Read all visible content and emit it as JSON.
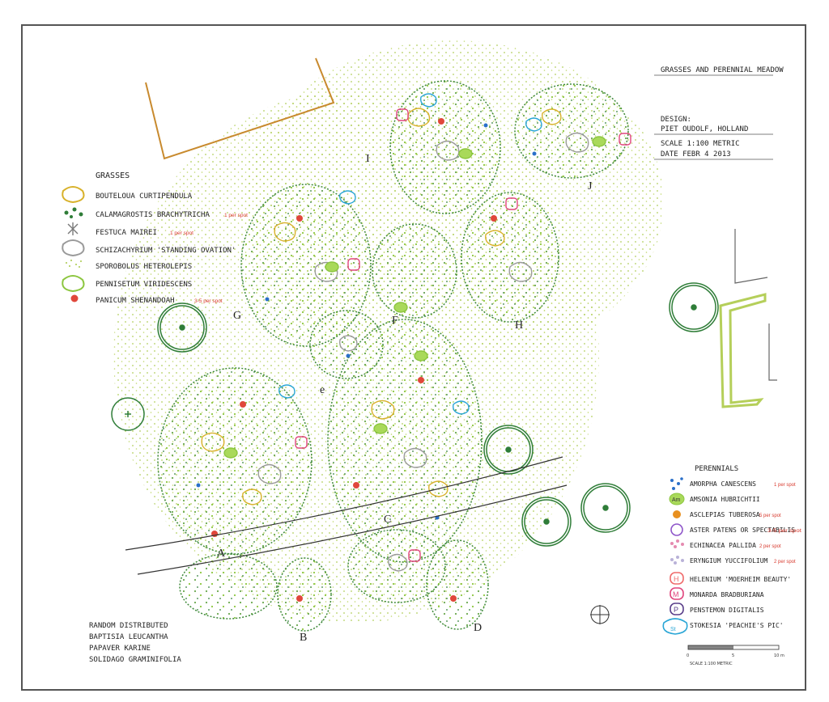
{
  "title_block": {
    "title": "GRASSES AND PERENNIAL MEADOW",
    "design_label": "DESIGN:",
    "designer": "PIET OUDOLF, HOLLAND",
    "scale": "SCALE 1:100 METRIC",
    "date": "DATE FEBR 4 2013"
  },
  "grasses_legend": {
    "heading": "GRASSES",
    "items": [
      {
        "label": "BOUTELOUA CURTIPENDULA",
        "note": "",
        "color": "#d8b12a",
        "icon": "yellow-blob-icon"
      },
      {
        "label": "CALAMAGROSTIS BRACHYTRICHA",
        "note": "1 per spot",
        "color": "#2f7d38",
        "icon": "dark-green-dots-icon"
      },
      {
        "label": "FESTUCA MAIREI",
        "note": "1 per spot",
        "color": "#7a7a7a",
        "icon": "asterisk-icon"
      },
      {
        "label": "SCHIZACHYRIUM 'STANDING OVATION'",
        "note": "",
        "color": "#9a9a9a",
        "icon": "grey-blob-icon"
      },
      {
        "label": "SPOROBOLUS HETEROLEPIS",
        "note": "",
        "color": "#a9c94a",
        "icon": "light-green-stipple-icon"
      },
      {
        "label": "PENNISETUM VIRIDESCENS",
        "note": "",
        "color": "#8cc63f",
        "icon": "green-outline-blob-icon"
      },
      {
        "label": "PANICUM SHENANDOAH",
        "note": "3-5 per spot",
        "color": "#e0473b",
        "icon": "red-dot-icon"
      }
    ]
  },
  "perennials_legend": {
    "heading": "PERENNIALS",
    "items": [
      {
        "label": "AMORPHA CANESCENS",
        "note": "1 per spot",
        "color": "#2a6fc9",
        "icon": "blue-dots-icon"
      },
      {
        "label": "AMSONIA HUBRICHTII",
        "note": "",
        "color": "#8cc63f",
        "icon": "green-filled-blob-icon",
        "glyph": "Am"
      },
      {
        "label": "ASCLEPIAS TUBEROSA",
        "note": "5 per spot",
        "color": "#e8901f",
        "icon": "orange-dot-icon"
      },
      {
        "label": "ASTER PATENS OR SPECTABILIS",
        "note": "3-5 per spot",
        "color": "#8e55c9",
        "icon": "purple-circle-icon"
      },
      {
        "label": "ECHINACEA PALLIDA",
        "note": "2 per spot",
        "color": "#e58bb0",
        "icon": "pink-dots-icon"
      },
      {
        "label": "ERYNGIUM YUCCIFOLIUM",
        "note": "2 per spot",
        "color": "#b9b2d8",
        "icon": "lilac-dots-icon"
      },
      {
        "label": "HELENIUM 'MOERHEIM BEAUTY'",
        "note": "",
        "color": "#ef6b6b",
        "icon": "orange-h-icon",
        "glyph": "H"
      },
      {
        "label": "MONARDA BRADBURIANA",
        "note": "",
        "color": "#e0457d",
        "icon": "magenta-m-icon",
        "glyph": "M"
      },
      {
        "label": "PENSTEMON DIGITALIS",
        "note": "",
        "color": "#5a3f8a",
        "icon": "purple-p-icon",
        "glyph": "P"
      },
      {
        "label": "STOKESIA 'PEACHIE'S PIC'",
        "note": "",
        "color": "#2aa6d6",
        "icon": "cyan-st-icon",
        "glyph": "St"
      }
    ]
  },
  "random_note": {
    "lines": [
      "RANDOM DISTRIBUTED",
      "BAPTISIA LEUCANTHA",
      "PAPAVER KARINE",
      "SOLIDAGO GRAMINIFOLIA"
    ]
  },
  "bed_labels": [
    "A",
    "B",
    "C",
    "D",
    "e",
    "F",
    "G",
    "H",
    "I",
    "J"
  ],
  "scale_bar": {
    "ticks": [
      "0",
      "5",
      "10 m"
    ],
    "caption": "SCALE 1:100 METRIC"
  },
  "colors": {
    "bed_outline": "#3f8a3a",
    "path_outline": "#333333",
    "tree": "#2f7d38",
    "wall": "#c88a2e",
    "structure": "#b5cf5a"
  }
}
